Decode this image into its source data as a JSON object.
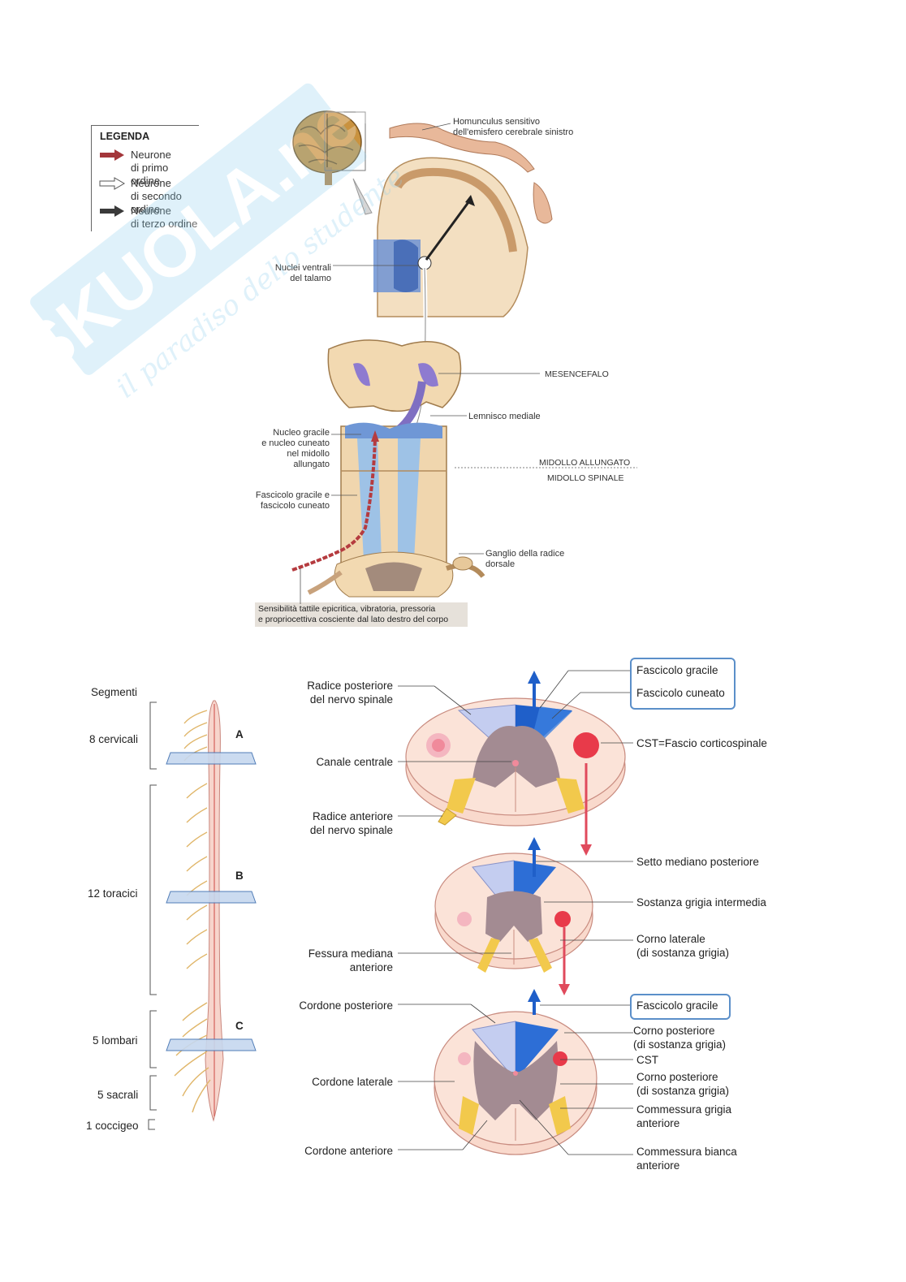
{
  "top_figure": {
    "legend": {
      "title": "LEGENDA",
      "items": [
        {
          "label": "Neurone\ndi primo ordine",
          "color": "#a3363a"
        },
        {
          "label": "Neurone\ndi secondo ordine",
          "color": "#ffffff"
        },
        {
          "label": "Neurone\ndi terzo ordine",
          "color": "#3a3a3a"
        }
      ]
    },
    "labels": {
      "homunculus": "Homunculus sensitivo\ndell'emisfero cerebrale sinistro",
      "nuclei_ventrali": "Nuclei ventrali\ndel talamo",
      "mesencefalo": "MESENCEFALO",
      "lemnisco": "Lemnisco mediale",
      "nucleo_gracile": "Nucleo gracile\ne nucleo cuneato\nnel midollo\nallungato",
      "midollo_allungato": "MIDOLLO ALLUNGATO",
      "midollo_spinale": "MIDOLLO SPINALE",
      "fascicolo": "Fascicolo gracile e\nfascicolo cuneato",
      "ganglio": "Ganglio della radice\ndorsale",
      "caption": "Sensibilità tattile epicritica, vibratoria, pressoria\ne propriocettiva cosciente dal lato destro del corpo"
    }
  },
  "bottom_figure": {
    "segments_title": "Segmenti",
    "segments": [
      {
        "label": "8 cervicali"
      },
      {
        "label": "12 toracici"
      },
      {
        "label": "5 lombari"
      },
      {
        "label": "5 sacrali"
      },
      {
        "label": "1 coccigeo"
      }
    ],
    "section_letters": [
      "A",
      "B",
      "C"
    ],
    "left_labels": {
      "radice_posteriore": "Radice posteriore\ndel nervo spinale",
      "canale_centrale": "Canale centrale",
      "radice_anteriore": "Radice anteriore\ndel nervo spinale",
      "fessura": "Fessura mediana\nanteriore",
      "cordone_posteriore": "Cordone posteriore",
      "cordone_laterale": "Cordone laterale",
      "cordone_anteriore": "Cordone anteriore"
    },
    "right_labels": {
      "fascicolo_gracile": "Fascicolo gracile",
      "fascicolo_cuneato": "Fascicolo cuneato",
      "cst_full": "CST=Fascio corticospinale",
      "setto": "Setto mediano posteriore",
      "sostanza_intermedia": "Sostanza grigia intermedia",
      "corno_laterale": "Corno laterale\n(di sostanza grigia)",
      "fascicolo_gracile_c": "Fascicolo gracile",
      "corno_posteriore_1": "Corno posteriore\n(di sostanza grigia)",
      "cst": "CST",
      "corno_posteriore_2": "Corno posteriore\n(di sostanza grigia)",
      "commessura_grigia": "Commessura grigia\nanteriore",
      "commessura_bianca": "Commessura bianca\nanteriore"
    }
  },
  "watermark": {
    "brand": "SKUOLA.net",
    "tagline": "il paradiso dello studente"
  }
}
